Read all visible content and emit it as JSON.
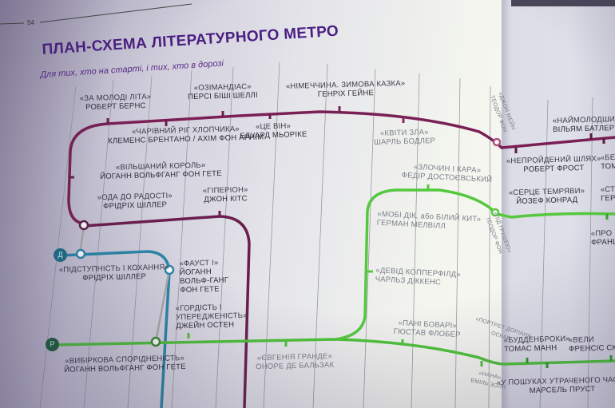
{
  "page_number": "54",
  "title": "ПЛАН-СХЕМА ЛІТЕРАТУРНОГО МЕТРО",
  "subtitle": "Для тих, хто на старті, і тих, хто в дорозі",
  "colors": {
    "purple_line": "#7a1f55",
    "blue_line": "#2b87a8",
    "green_line": "#4fc23a",
    "title": "#4a1e82"
  },
  "terminals": {
    "blue": "Д",
    "green": "Р"
  },
  "stations": [
    {
      "title": "«ЗА МОЛОДІ ЛІТА»",
      "author": "РОБЕРТ БЕРНС"
    },
    {
      "title": "«ОЗІМАНДІАС»",
      "author": "ПЕРСІ БІШІ ШЕЛЛІ"
    },
    {
      "title": "«НІМЕЧЧИНА. ЗИМОВА КАЗКА»",
      "author": "ГЕНРІХ ГЕЙНЕ"
    },
    {
      "title": "«ЧАРІВНИЙ РІГ ХЛОПЧИКА»",
      "author": "КЛЕМЕНС БРЕНТАНО / АХІМ ФОН АРНІМ"
    },
    {
      "title": "«ЦЕ ВІН»",
      "author": "ЕДУАРД МЬОРІКЕ"
    },
    {
      "title": "«КВІТИ ЗЛА»",
      "author": "ШАРЛЬ БОДЛЕР"
    },
    {
      "title": "«ДЖОН МЕЙН",
      "author": "ТЕОДОР ФОН"
    },
    {
      "title": "«ВІЛЬШАНИЙ КОРОЛЬ»",
      "author": "ЙОГАНН ВОЛЬФГАНГ ФОН ГЕТЕ"
    },
    {
      "title": "«ОДА ДО РАДОСТІ»",
      "author": "ФРІДРІХ ШІЛЛЕР"
    },
    {
      "title": "«ГІПЕРІОН»",
      "author": "ДЖОН КІТС"
    },
    {
      "title": "«ЗЛОЧИН І КАРА»",
      "author": "ФЕДІР ДОСТОЄВСЬКИЙ"
    },
    {
      "title": "«МОБІ ДІК, або БІЛИЙ КИТ»",
      "author": "ГЕРМАН МЕЛВІЛЛ"
    },
    {
      "title": "«ПІДСТУПНІСТЬ І КОХАННЯ»",
      "author": "ФРІДРІХ ШІЛЛЕР"
    },
    {
      "title": "«ФАУСТ І»",
      "author": "ЙОГАНН ВОЛЬФ-ГАНГ ФОН ГЕТЕ"
    },
    {
      "title": "«ДЕВІД КОППЕРФІЛД»",
      "author": "ЧАРЛЬЗ ДІККЕНС"
    },
    {
      "title": "«ГОРДІСТЬ І УПЕРЕДЖЕНІСТЬ»",
      "author": "ДЖЕЙН ОСТЕН"
    },
    {
      "title": "«ПАНІ БОВАРІ»",
      "author": "ГЮСТАВ ФЛОБЕР"
    },
    {
      "title": "«ВИБІРКОВА СПОРІДНЕНІСТЬ»",
      "author": "ЙОГАНН ВОЛЬФГАНГ ФОН ГЕТЕ"
    },
    {
      "title": "«ЄВГЕНІЯ ГРАНДЕ»",
      "author": "ОНОРЕ ДЕ БАЛЬЗАК"
    },
    {
      "title": "«ПОРТРЕТ ДОРІАНА",
      "author": "ОСКАР"
    },
    {
      "title": "«НАНА»",
      "author": "ЕМІЛЬ ЗОЛЯ"
    },
    {
      "title": "«ПІД ГРУШЕЮ»",
      "author": "ТЕОДОР ФОН"
    },
    {
      "title": "«НАЙМОЛОДШИЙ",
      "author": "ВІЛЬЯМ БАТЛЕР"
    },
    {
      "title": "«НЕПРОЙДЕНИЙ ШЛЯХ»",
      "author": "РОБЕРТ ФРОСТ"
    },
    {
      "title": "«БЕЗ",
      "author": "ТОМА"
    },
    {
      "title": "«СЕРЦЕ ТЕМРЯВИ»",
      "author": "ЙОЗЕФ КОНРАД"
    },
    {
      "title": "«СТЕ",
      "author": "ГЕР"
    },
    {
      "title": "«ПРО",
      "author": "ФРАНЦ"
    },
    {
      "title": "«БУДДЕНБРОКИ»",
      "author": "ТОМАС МАНН"
    },
    {
      "title": "«ВЕЛИ",
      "author": "ФРЕНСІС СК"
    },
    {
      "title": "«У ПОШУКАХ УТРАЧЕНОГО ЧАСУ»",
      "author": "МАРСЕЛЬ ПРУСТ"
    }
  ]
}
